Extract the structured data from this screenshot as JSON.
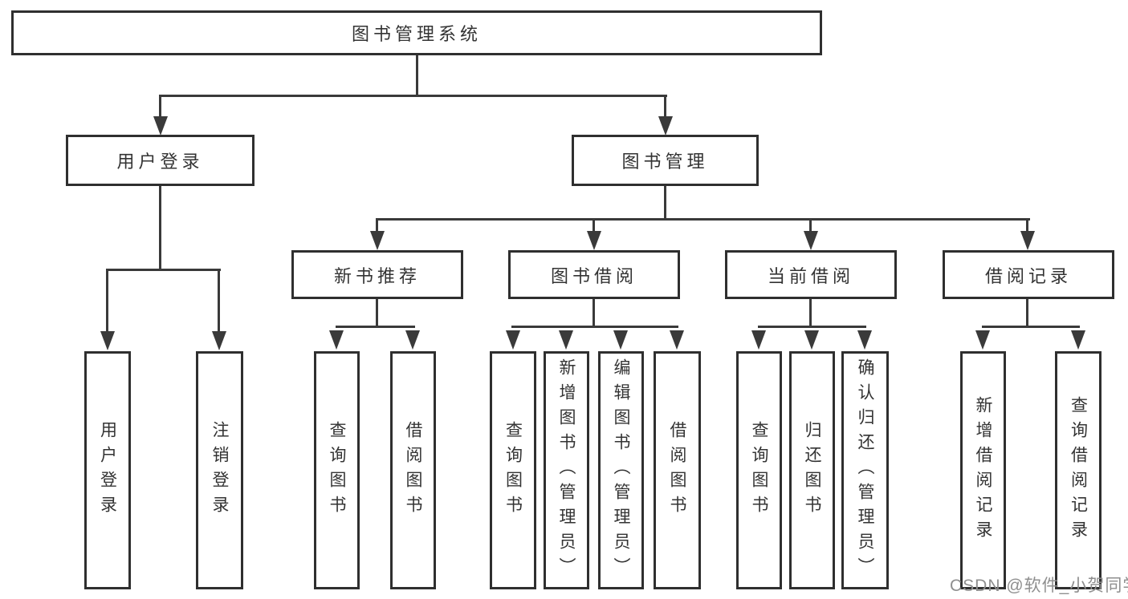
{
  "title": "图书管理系统",
  "watermark": "CSDN @软件_小贺同学",
  "colors": {
    "line": "#3a3a3a",
    "border": "#2f2f2f",
    "text": "#333333",
    "background": "#ffffff",
    "watermark": "#8f8f8f"
  },
  "tree": {
    "root": {
      "label": "图书管理系统"
    },
    "level2": [
      {
        "label": "用户登录"
      },
      {
        "label": "图书管理"
      }
    ],
    "level3": [
      {
        "label": "新书推荐"
      },
      {
        "label": "图书借阅"
      },
      {
        "label": "当前借阅"
      },
      {
        "label": "借阅记录"
      }
    ],
    "leaves": {
      "user_login": [
        {
          "label": "用户登录"
        },
        {
          "label": "注销登录"
        }
      ],
      "new_book": [
        {
          "label": "查询图书"
        },
        {
          "label": "借阅图书"
        }
      ],
      "book_borrow": [
        {
          "label": "查询图书"
        },
        {
          "label": "新增图书（管理员）"
        },
        {
          "label": "编辑图书（管理员）"
        },
        {
          "label": "借阅图书"
        }
      ],
      "current_borrow": [
        {
          "label": "查询图书"
        },
        {
          "label": "归还图书"
        },
        {
          "label": "确认归还（管理员）"
        }
      ],
      "borrow_record": [
        {
          "label": "新增借阅记录"
        },
        {
          "label": "查询借阅记录"
        }
      ]
    }
  }
}
